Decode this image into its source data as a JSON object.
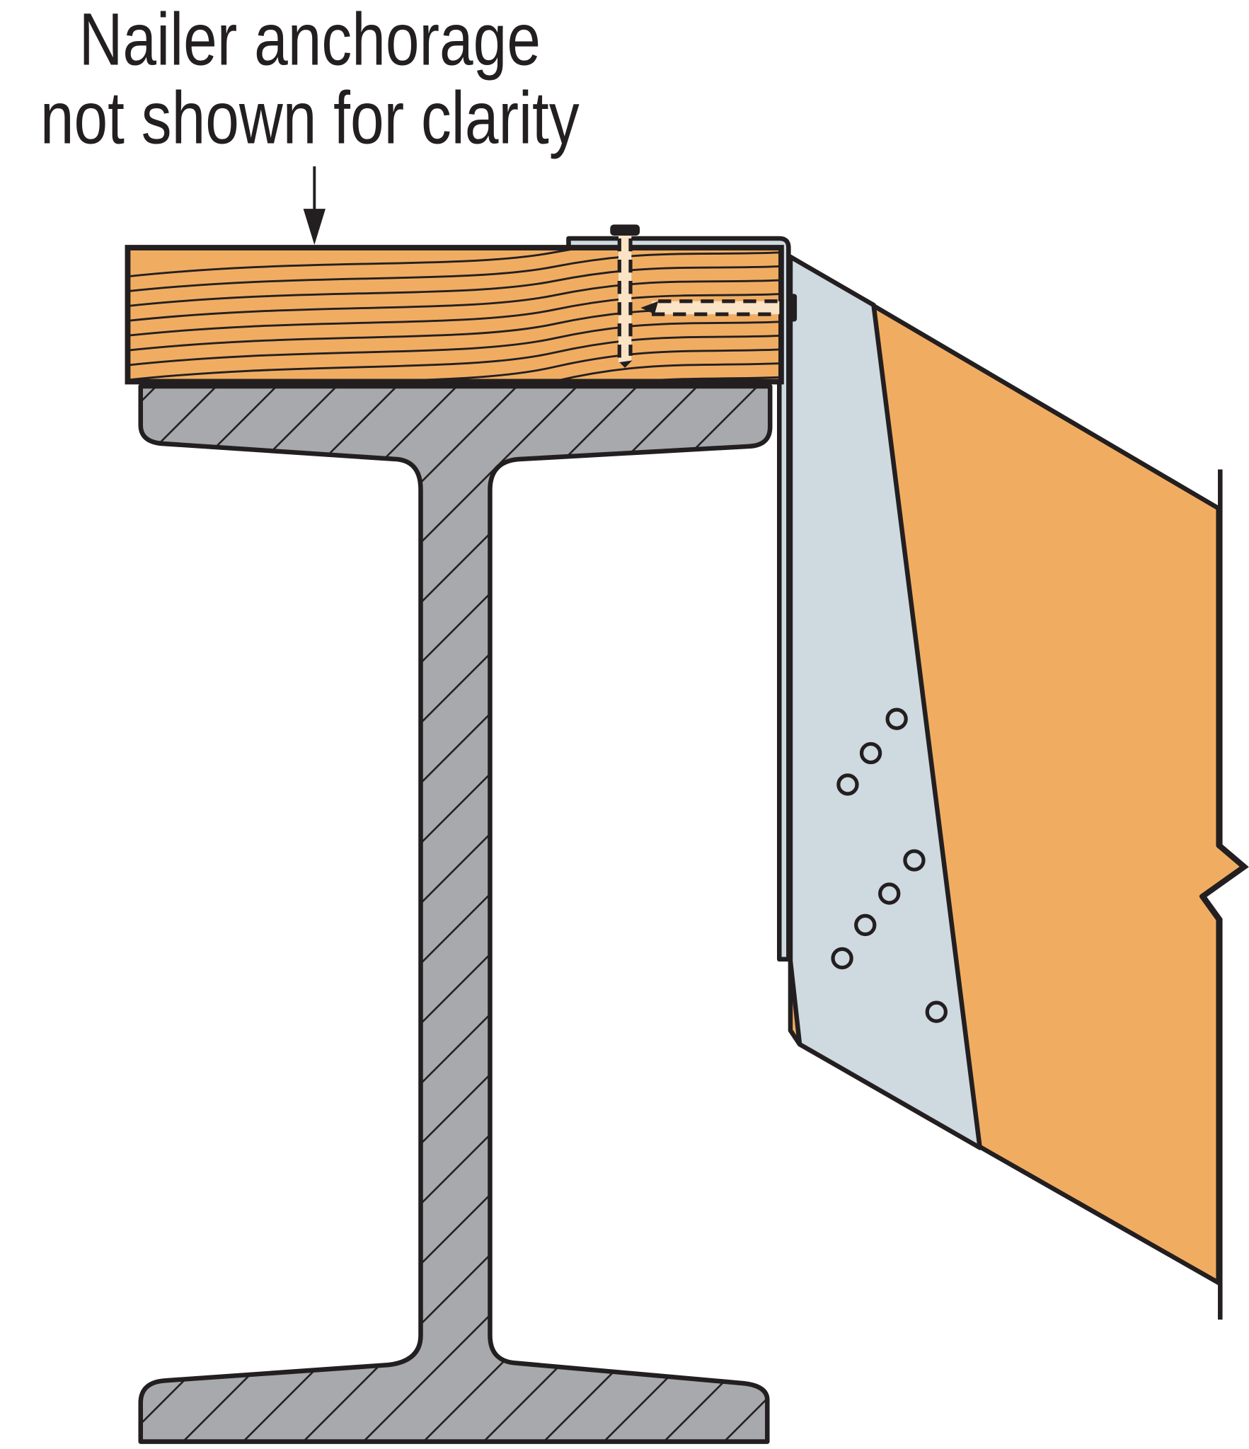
{
  "callout": {
    "line1": "Nailer anchorage",
    "line2": "not shown for clarity"
  },
  "colors": {
    "wood": "#f0ad62",
    "steel": "#a7a9ac",
    "hanger": "#cfd9e0",
    "outline": "#231f20",
    "nail_fill": "#fbe3c6"
  },
  "parts": [
    "wood-nailer",
    "steel-i-beam",
    "joist-hanger",
    "wood-joist",
    "nails"
  ]
}
